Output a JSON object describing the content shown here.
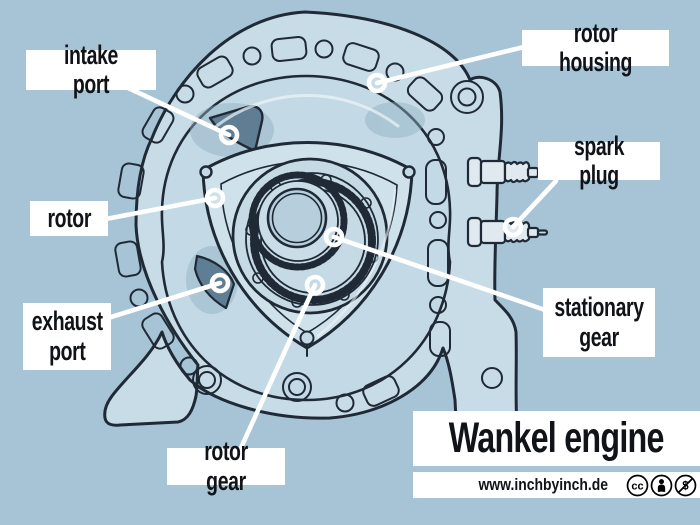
{
  "page": {
    "background_color": "#a6c4d6",
    "ink_color": "#1f2a36",
    "paper_color": "#ffffff"
  },
  "labels": {
    "intake_port": "intake port",
    "rotor_housing": "rotor housing",
    "spark_plug": "spark plug",
    "rotor": "rotor",
    "exhaust_port": "exhaust\nport",
    "stationary_gear": "stationary\ngear",
    "rotor_gear": "rotor gear"
  },
  "title": {
    "text": "Wankel engine"
  },
  "footer": {
    "website": "www.inchbyinch.de",
    "cc_text": "cc",
    "nc_text": "$",
    "license_icons": [
      "cc-icon",
      "attribution-icon",
      "nc-icon"
    ]
  }
}
